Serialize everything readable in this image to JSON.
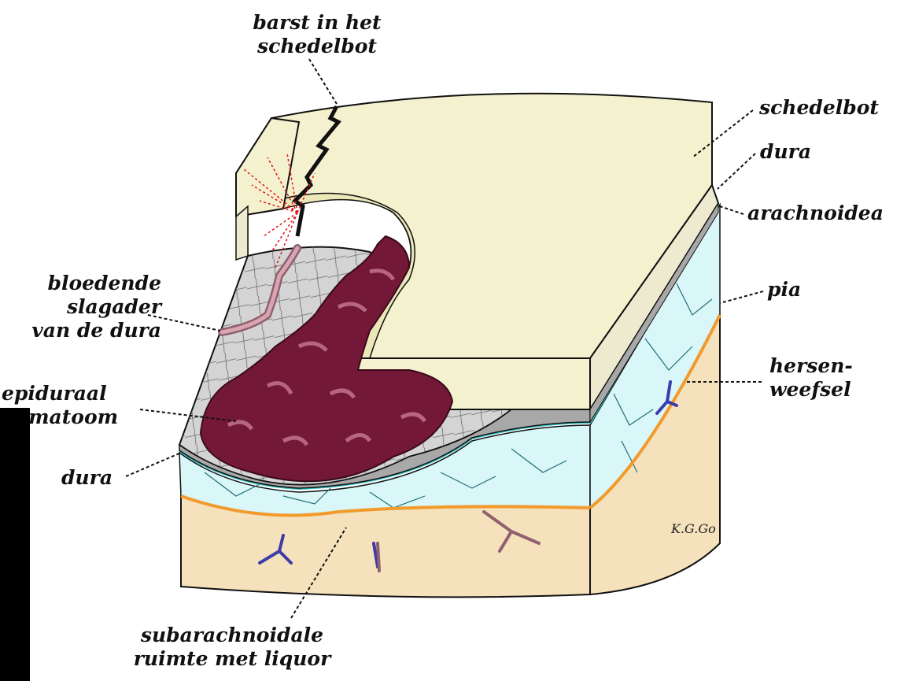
{
  "labels": {
    "fracture": [
      "barst in het",
      "schedelbot"
    ],
    "skull_right": "schedelbot",
    "dura_right": "dura",
    "arachnoid": "arachnoidea",
    "pia": "pia",
    "brain": [
      "hersen-",
      "weefsel"
    ],
    "bleeding_artery": [
      "bloedende",
      "slagader",
      "van de dura"
    ],
    "hematoma": [
      "epiduraal",
      "hematoom"
    ],
    "dura_left": "dura",
    "subarachnoid": [
      "subarachnoidale",
      "ruimte met liquor"
    ]
  },
  "signature": "K.G.Go",
  "colors": {
    "bone": "#f4f1cf",
    "dura": "#a8a8a8",
    "arachnoid": "#2fc6c6",
    "csf": "#d9f6f8",
    "pia": "#f29a2c",
    "brain": "#f5e2bc",
    "hematoma": "#741838",
    "vessel": "#3d3ca8"
  }
}
